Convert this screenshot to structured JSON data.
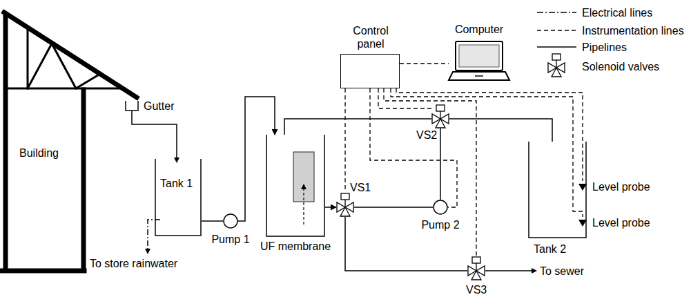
{
  "diagram": {
    "nodes": [
      {
        "text": [
          "Control panel"
        ]
      },
      {
        "text": [
          "Computer"
        ]
      },
      {
        "text": [
          "Tank 1"
        ]
      },
      {
        "text": [
          "Pump 1"
        ]
      },
      {
        "text": [
          "UF membrane"
        ]
      },
      {
        "text": [
          "VS2"
        ]
      },
      {
        "text": [
          "VS1"
        ]
      },
      {
        "text": [
          "Pump 2"
        ]
      },
      {
        "text": [
          "Tank 2"
        ]
      },
      {
        "text": [
          "Level probe"
        ]
      },
      {
        "text": [
          "Level probe"
        ]
      },
      {
        "text": [
          "VS3"
        ]
      }
    ],
    "edges": [
      {
        "from": 2,
        "to": 3,
        "arrow": "none"
      },
      {
        "from": 3,
        "to": 4,
        "arrow": "to"
      },
      {
        "from": 4,
        "to": 6,
        "arrow": "to"
      },
      {
        "from": 6,
        "to": 7,
        "arrow": "none"
      },
      {
        "from": 7,
        "to": 5,
        "arrow": "none"
      },
      {
        "from": 5,
        "to": 4,
        "arrow": "none"
      },
      {
        "from": 5,
        "to": 8,
        "arrow": "none"
      },
      {
        "from": 6,
        "to": 11,
        "arrow": "none"
      },
      {
        "from": 0,
        "to": 1,
        "arrow": "none"
      },
      {
        "from": 0,
        "to": 6,
        "arrow": "none"
      },
      {
        "from": 0,
        "to": 7,
        "arrow": "none"
      },
      {
        "from": 0,
        "to": 5,
        "arrow": "none"
      },
      {
        "from": 0,
        "to": 11,
        "arrow": "none"
      },
      {
        "from": 0,
        "to": 9,
        "arrow": "none"
      },
      {
        "from": 0,
        "to": 10,
        "arrow": "none"
      }
    ],
    "labels": [
      "Building",
      "Gutter",
      "To store rainwater",
      "To sewer"
    ],
    "legend": [
      {
        "text": "Electrical lines"
      },
      {
        "text": "Instrumentation lines"
      },
      {
        "text": "Pipelines"
      },
      {
        "text": "Solenoid valves"
      }
    ]
  }
}
